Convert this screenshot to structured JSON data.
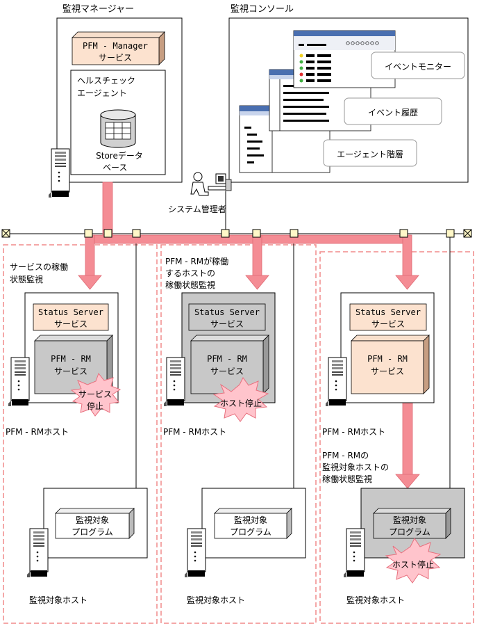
{
  "manager": {
    "title": "監視マネージャー",
    "service_line1": "PFM - Manager",
    "service_line2": "サービス",
    "health_line1": "ヘルスチェック",
    "health_line2": "エージェント",
    "store_line1": "Storeデータ",
    "store_line2": "ベース"
  },
  "console": {
    "title": "監視コンソール",
    "event_monitor": "イベントモニター",
    "event_history": "イベント履歴",
    "agent_hierarchy": "エージェント階層"
  },
  "admin_label": "システム管理者",
  "zones": [
    {
      "caption_line1": "サービスの稼働",
      "caption_line2": "状態監視",
      "status_line1": "Status Server",
      "status_line2": "サービス",
      "rm_line1": "PFM - RM",
      "rm_line2": "サービス",
      "burst_line1": "サービス",
      "burst_line2": "停止",
      "host_label": "PFM - RMホスト",
      "target_line1": "監視対象",
      "target_line2": "プログラム",
      "target_host_label": "監視対象ホスト"
    },
    {
      "caption_line1": "PFM - RMが稼働",
      "caption_line2": "するホストの",
      "caption_line3": "稼働状態監視",
      "status_line1": "Status Server",
      "status_line2": "サービス",
      "rm_line1": "PFM - RM",
      "rm_line2": "サービス",
      "burst_line1": "ホスト停止",
      "host_label": "PFM - RMホスト",
      "target_line1": "監視対象",
      "target_line2": "プログラム",
      "target_host_label": "監視対象ホスト"
    },
    {
      "status_line1": "Status Server",
      "status_line2": "サービス",
      "rm_line1": "PFM - RM",
      "rm_line2": "サービス",
      "host_label": "PFM - RMホスト",
      "caption_line1": "PFM - RMの",
      "caption_line2": "監視対象ホストの",
      "caption_line3": "稼働状態監視",
      "target_line1": "監視対象",
      "target_line2": "プログラム",
      "burst_line1": "ホスト停止",
      "target_host_label": "監視対象ホスト"
    }
  ],
  "colors": {
    "arrow": "#f48c94",
    "arrow_edge": "#e06a74",
    "zone_border": "#f08a8a",
    "box_peach": "#fce2cf",
    "box_peach_dark": "#d6b49a",
    "box_gray": "#c8c8c8",
    "burst": "#ffc4cc",
    "burst_edge": "#e8707e",
    "connector": "#fff8c8"
  }
}
